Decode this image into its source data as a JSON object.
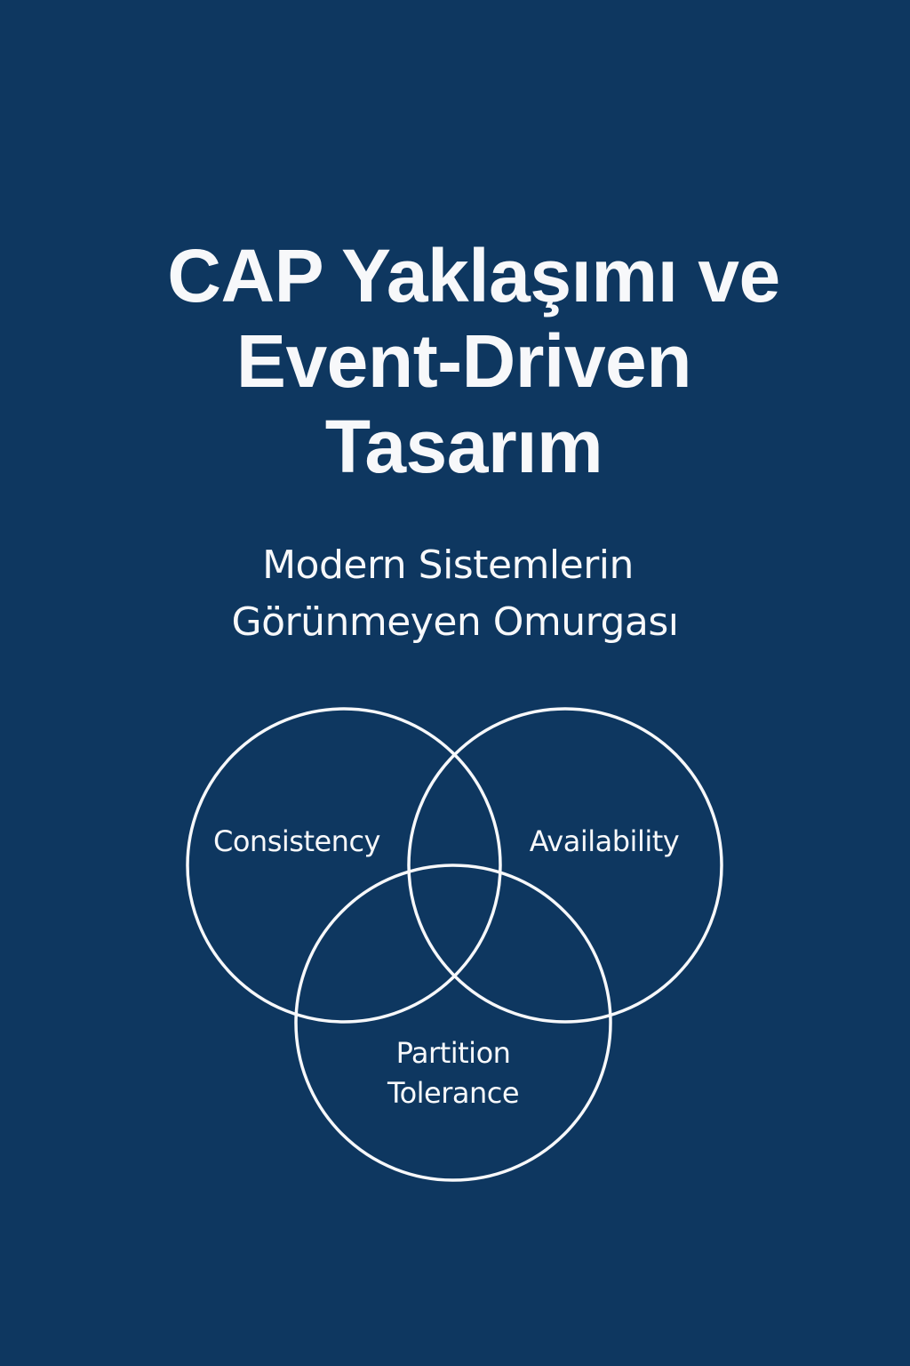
{
  "colors": {
    "background": "#0E3760",
    "foreground": "#F7F8FA"
  },
  "title": {
    "lines": [
      "CAP Yaklaşımı ve",
      "Event-Driven",
      "Tasarım"
    ]
  },
  "subtitle": {
    "lines": [
      "Modern Sistemlerin",
      "Görünmeyen Omurgası"
    ]
  },
  "diagram": {
    "type": "venn",
    "sets": [
      {
        "label": "Consistency"
      },
      {
        "label": "Availability"
      },
      {
        "label_lines": [
          "Partition",
          "Tolerance"
        ]
      }
    ]
  }
}
